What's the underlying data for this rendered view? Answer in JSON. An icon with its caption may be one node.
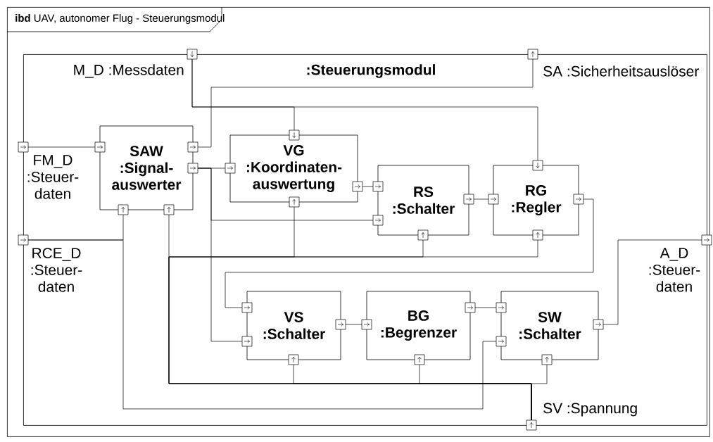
{
  "diagram": {
    "nodes": [
      {
        "text": [
          "**ibd** UAV, autonomer Flug - Steuerungsmodul"
        ]
      },
      {
        "text": [
          ":Steuerungsmodul"
        ],
        "in": 0
      },
      {
        "text": [
          "M_D :Messdaten"
        ],
        "in": 1
      },
      {
        "text": [
          "SA :Sicherheitsauslöser"
        ],
        "in": 1
      },
      {
        "text": [
          "FM_D :Steuer-daten"
        ],
        "in": 1
      },
      {
        "text": [
          "RCE_D :Steuer-daten"
        ],
        "in": 1
      },
      {
        "text": [
          "A_D :Steuer-daten"
        ],
        "in": 1
      },
      {
        "text": [
          "SV :Spannung"
        ],
        "in": 1
      },
      {
        "text": [
          "SAW",
          ":Signal-auswerter"
        ],
        "in": 1
      },
      {
        "text": [
          "VG",
          ":Koordinaten-auswertung"
        ],
        "in": 1
      },
      {
        "text": [
          "RS",
          ":Schalter"
        ],
        "in": 1
      },
      {
        "text": [
          "RG",
          ":Regler"
        ],
        "in": 1
      },
      {
        "text": [
          "VS",
          ":Schalter"
        ],
        "in": 1
      },
      {
        "text": [
          "BG",
          ":Begrenzer"
        ],
        "in": 1
      },
      {
        "text": [
          "SW",
          ":Schalter"
        ],
        "in": 1
      }
    ],
    "edges": [
      {
        "from": 4,
        "to": 8,
        "arrow": "none"
      },
      {
        "from": 2,
        "to": 9,
        "arrow": "none"
      },
      {
        "from": 2,
        "to": 11,
        "arrow": "none"
      },
      {
        "from": 8,
        "to": 3,
        "arrow": "none"
      },
      {
        "from": 8,
        "to": 9,
        "arrow": "none"
      },
      {
        "from": 8,
        "to": 10,
        "arrow": "none"
      },
      {
        "from": 8,
        "to": 12,
        "arrow": "none"
      },
      {
        "from": 9,
        "to": 10,
        "arrow": "none"
      },
      {
        "from": 10,
        "to": 11,
        "arrow": "none"
      },
      {
        "from": 11,
        "to": 12,
        "arrow": "none"
      },
      {
        "from": 12,
        "to": 13,
        "arrow": "none"
      },
      {
        "from": 13,
        "to": 14,
        "arrow": "none"
      },
      {
        "from": 14,
        "to": 6,
        "arrow": "none"
      },
      {
        "from": 5,
        "to": 8,
        "arrow": "none"
      },
      {
        "from": 5,
        "to": 14,
        "arrow": "none"
      },
      {
        "from": 7,
        "to": 8,
        "arrow": "none"
      },
      {
        "from": 7,
        "to": 9,
        "arrow": "none"
      },
      {
        "from": 7,
        "to": 10,
        "arrow": "none"
      },
      {
        "from": 7,
        "to": 11,
        "arrow": "none"
      },
      {
        "from": 7,
        "to": 12,
        "arrow": "none"
      },
      {
        "from": 7,
        "to": 13,
        "arrow": "none"
      },
      {
        "from": 7,
        "to": 14,
        "arrow": "none"
      }
    ]
  }
}
